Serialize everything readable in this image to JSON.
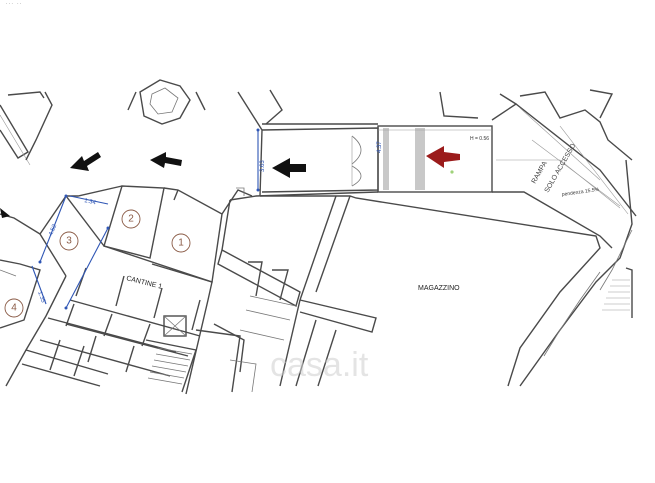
{
  "plan": {
    "room_label": "MAGAZZINO",
    "cellars_label": "CANTINE 1",
    "cellars": [
      "1",
      "2",
      "3",
      "4"
    ],
    "ramp_label": "RAMPA",
    "ramp_note": "SOLO ACCESSO",
    "ramp_slope": "pendenza 15.5%",
    "height_note": "H = 0.56",
    "dimensions": [
      "3.63",
      "4.37",
      "1.34",
      "4.52",
      "1.35"
    ],
    "watermark": "casa.it"
  },
  "colors": {
    "walls": "#4a4a4a",
    "dimension_lines": "#2f56b5",
    "cellar_markers": "#8a5a45",
    "entry_arrow": "#9b1b1b"
  },
  "icons": [
    "arrow-left-icon",
    "entry-arrow-icon"
  ]
}
